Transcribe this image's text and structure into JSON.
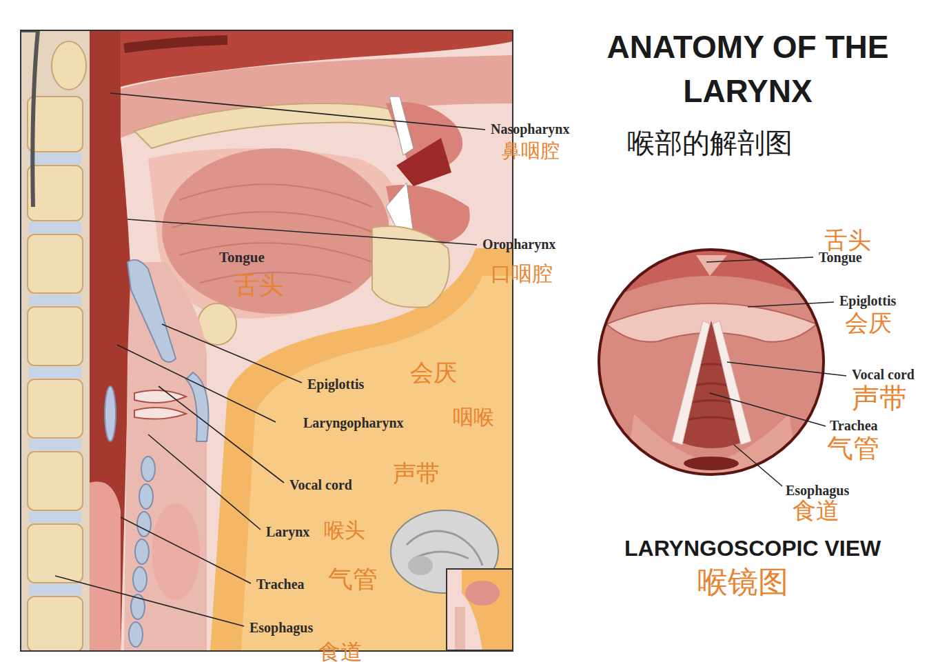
{
  "diagram": {
    "title": "ANATOMY OF THE LARYNX",
    "labels": [
      "喉部的解剖图",
      "Nasopharynx",
      "鼻咽腔",
      "Oropharynx",
      "口咽腔",
      "Tongue",
      "舌头",
      "Epiglottis",
      "会厌",
      "Laryngopharynx",
      "咽喉",
      "Vocal cord",
      "声带",
      "Larynx",
      "喉头",
      "Trachea",
      "气管",
      "Esophagus",
      "食道",
      "舌头",
      "Tongue",
      "Epiglottis",
      "会厌",
      "Vocal cord",
      "声带",
      "Trachea",
      "气管",
      "Esophagus",
      "食道",
      "LARYNGOSCOPIC VIEW",
      "喉镜图"
    ]
  }
}
